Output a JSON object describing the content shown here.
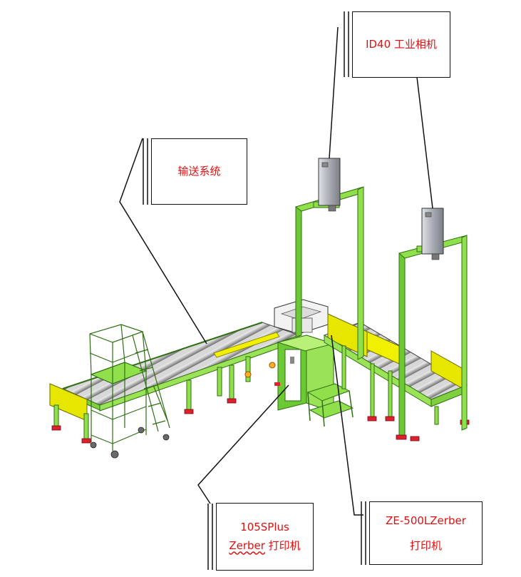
{
  "callouts": {
    "camera": {
      "label": "ID40 工业相机"
    },
    "conveyor": {
      "label": "输送系统"
    },
    "printer_a": {
      "line1": "105SPlus",
      "line2_word": "Zerber",
      "line2_rest": " 打印机"
    },
    "printer_b": {
      "line1": "ZE-500LZerber",
      "line2": "打印机"
    }
  },
  "colors": {
    "frame": "#8fe04a",
    "frame_dark": "#3f8f1c",
    "guard": "#e6e600",
    "roller": "#c9c9c9",
    "roller_dark": "#7a7a7a",
    "camera_body": "#b9bcc4",
    "foot": "#e0202e",
    "label_text": "#e01010"
  }
}
